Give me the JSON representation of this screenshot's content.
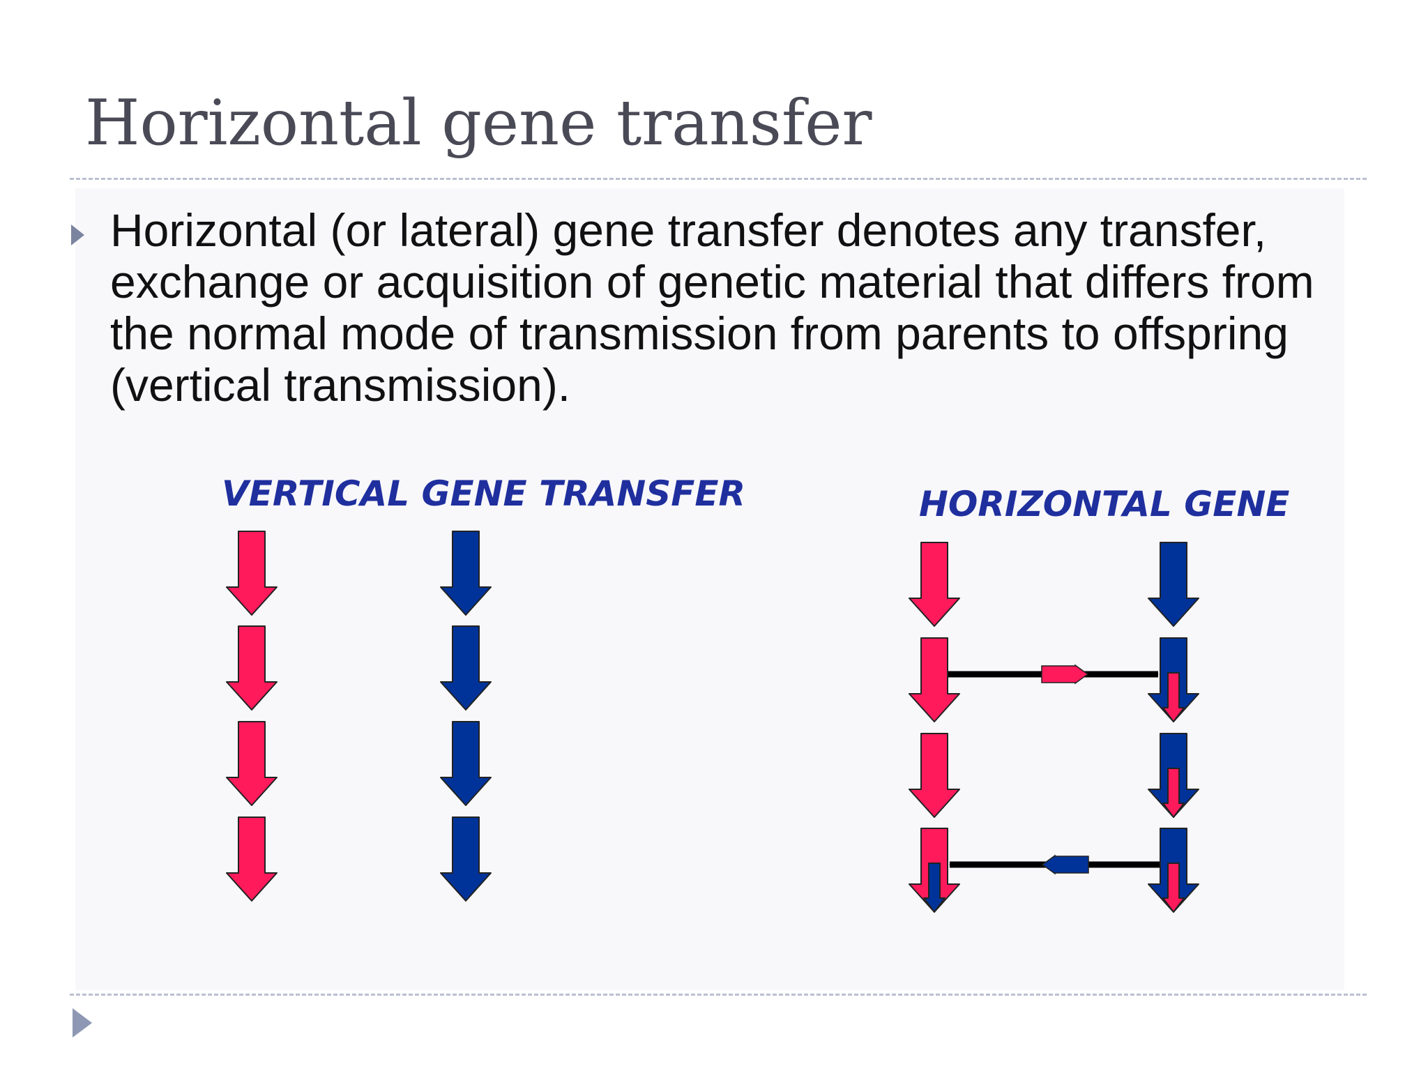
{
  "slide": {
    "title": "Horizontal gene transfer",
    "bullets": [
      {
        "icon": "triangle-bullet-icon",
        "text": "Horizontal (or lateral) gene transfer denotes any transfer, exchange or acquisition of genetic material that differs from the normal mode of transmission from parents to offspring (vertical transmission)."
      }
    ],
    "footer_icon": "triangle-bullet-icon"
  },
  "diagram": {
    "vertical_label": "VERTICAL GENE TRANSFER",
    "horizontal_label": "HORIZONTAL GENE",
    "lineage_colors": {
      "lineage_a": "#ff1a5c",
      "lineage_b": "#003399"
    },
    "transfer_line_color": "#000000",
    "arrows_per_lineage": 4,
    "transfer_events": [
      {
        "from": "lineage_a",
        "to": "lineage_b",
        "generation": 2
      },
      {
        "from": "lineage_b",
        "to": "lineage_a",
        "generation": 4
      }
    ]
  },
  "colors": {
    "title": "#4a4a57",
    "body_text": "#111111",
    "rule": "#b9c0d0",
    "bullet": "#7b849f",
    "label": "#1f2f9e"
  }
}
